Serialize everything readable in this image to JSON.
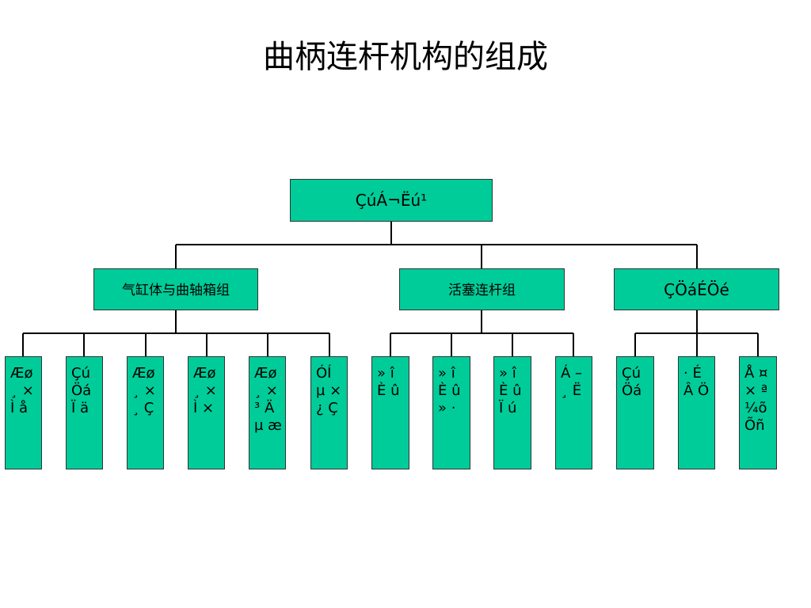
{
  "title": "曲柄连杆机构的组成",
  "root": {
    "label": "ÇúÁ¬Ëú¹"
  },
  "groups": [
    {
      "label": "气缸体与曲轴箱组"
    },
    {
      "label": "活塞连杆组"
    },
    {
      "label": "ÇÖáÉÖé"
    }
  ],
  "leaves": [
    {
      "text": "Æø\n¸ ×\nÌ å"
    },
    {
      "text": "Çú\nÖá\nÏ ä"
    },
    {
      "text": "Æø\n¸ ×\n¸ Ç"
    },
    {
      "text": "Æø\n¸ ×\nÌ ×"
    },
    {
      "text": "Æø\n¸ ×\n³ Ä\nµ æ"
    },
    {
      "text": "ÓÍ\nµ ×\n¿ Ç"
    },
    {
      "text": "» î\nÈ û"
    },
    {
      "text": "» î\nÈ û\n» ·"
    },
    {
      "text": "» î\nÈ û\nÏ ú"
    },
    {
      "text": "Á –\n¸ Ë"
    },
    {
      "text": "Çú\nÖá"
    },
    {
      "text": "· É\nÂ Ö"
    },
    {
      "text": "Å ¤\n× ª\n¼õ\nÕñ"
    }
  ],
  "colors": {
    "box_fill": "#00cc99",
    "box_border": "#333333",
    "connector": "#000000",
    "background": "#ffffff"
  }
}
